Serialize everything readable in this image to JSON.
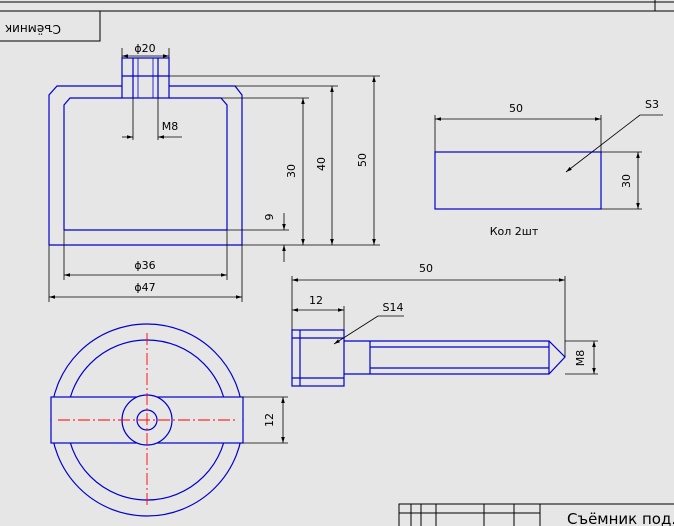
{
  "stamp_text": "Съёмник под. зена",
  "footer_title": "Съёмник под. з",
  "labels": {
    "d20": "ϕ20",
    "m8_top": "M8",
    "d36": "ϕ36",
    "d47": "ϕ47",
    "h9": "9",
    "h30": "30",
    "h40": "40",
    "h50": "50",
    "plate_50": "50",
    "plate_s3": "S3",
    "plate_30": "30",
    "plate_note": "Кол 2шт",
    "bolt_50": "50",
    "bolt_12": "12",
    "bolt_s14": "S14",
    "bolt_m8": "M8",
    "circle_12": "12"
  },
  "colors": {
    "outline": "#0000cc",
    "dimension": "#000000",
    "centerline": "#ff0000",
    "background": "#e6e6e6"
  }
}
